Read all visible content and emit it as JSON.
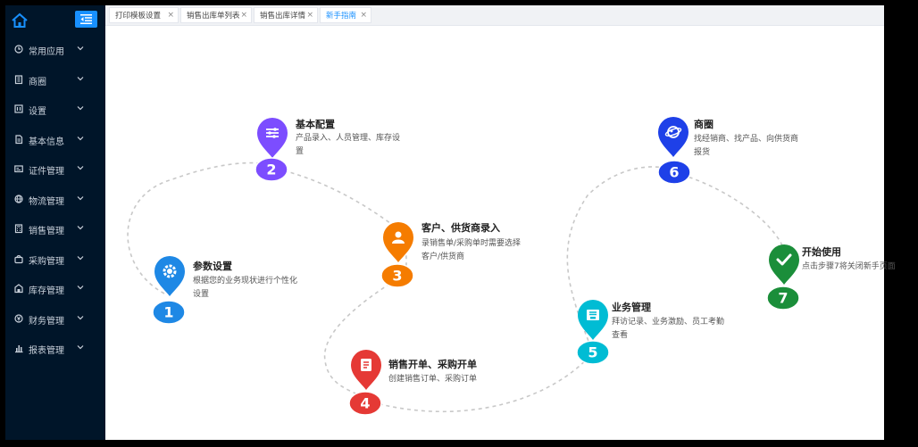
{
  "sidebar": {
    "items": [
      {
        "label": "常用应用",
        "icon": "clock-icon"
      },
      {
        "label": "商圈",
        "icon": "building-icon"
      },
      {
        "label": "设置",
        "icon": "settings-icon"
      },
      {
        "label": "基本信息",
        "icon": "document-icon"
      },
      {
        "label": "证件管理",
        "icon": "id-card-icon"
      },
      {
        "label": "物流管理",
        "icon": "globe-icon"
      },
      {
        "label": "销售管理",
        "icon": "calculator-icon"
      },
      {
        "label": "采购管理",
        "icon": "bag-icon"
      },
      {
        "label": "库存管理",
        "icon": "warehouse-icon"
      },
      {
        "label": "财务管理",
        "icon": "yen-icon"
      },
      {
        "label": "报表管理",
        "icon": "bar-chart-icon"
      }
    ]
  },
  "tabs": [
    {
      "label": "打印模板设置",
      "active": false
    },
    {
      "label": "销售出库单列表",
      "active": false
    },
    {
      "label": "销售出库详情",
      "active": false
    },
    {
      "label": "新手指南",
      "active": true
    }
  ],
  "guide": {
    "steps": [
      {
        "number": "1",
        "title": "参数设置",
        "desc": "根据您的业务现状进行个性化设置",
        "color": "#1e88e5",
        "icon": "gear-icon"
      },
      {
        "number": "2",
        "title": "基本配置",
        "desc": "产品录入、人员管理、库存设置",
        "color": "#7c4dff",
        "icon": "sliders-icon"
      },
      {
        "number": "3",
        "title": "客户、供货商录入",
        "desc": "录销售单/采购单时需要选择客户/供货商",
        "color": "#f57c00",
        "icon": "user-icon"
      },
      {
        "number": "4",
        "title": "销售开单、采购开单",
        "desc": "创建销售订单、采购订单",
        "color": "#e53935",
        "icon": "receipt-icon"
      },
      {
        "number": "5",
        "title": "业务管理",
        "desc": "拜访记录、业务激励、员工考勤查看",
        "color": "#00bcd4",
        "icon": "inbox-icon"
      },
      {
        "number": "6",
        "title": "商圈",
        "desc": "找经销商、找产品、向供货商报货",
        "color": "#1e40e8",
        "icon": "planet-icon"
      },
      {
        "number": "7",
        "title": "开始使用",
        "desc": "点击步骤7将关闭新手页面",
        "color": "#1b8e3a",
        "icon": "check-icon"
      }
    ]
  }
}
